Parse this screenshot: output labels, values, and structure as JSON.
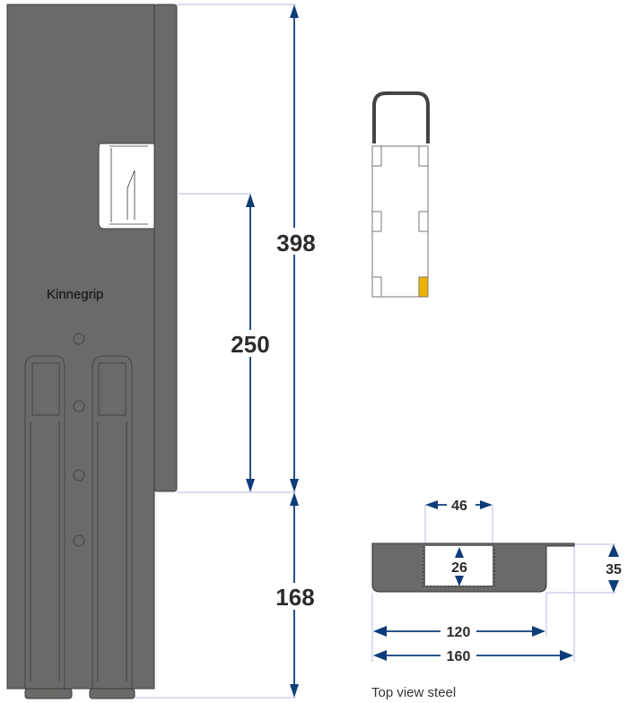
{
  "brand": "Kinnegrip",
  "dimensions": {
    "total_height": "398",
    "upper_height": "250",
    "lower_height": "168",
    "opening_width": "46",
    "opening_depth": "26",
    "depth": "35",
    "inner_width": "120",
    "outer_width": "160"
  },
  "caption": "Top view steel",
  "colors": {
    "body": "#6b6a68",
    "dimension": "#0d3c7a",
    "extension": "#c9c6e6",
    "highlight": "#f0b400"
  }
}
